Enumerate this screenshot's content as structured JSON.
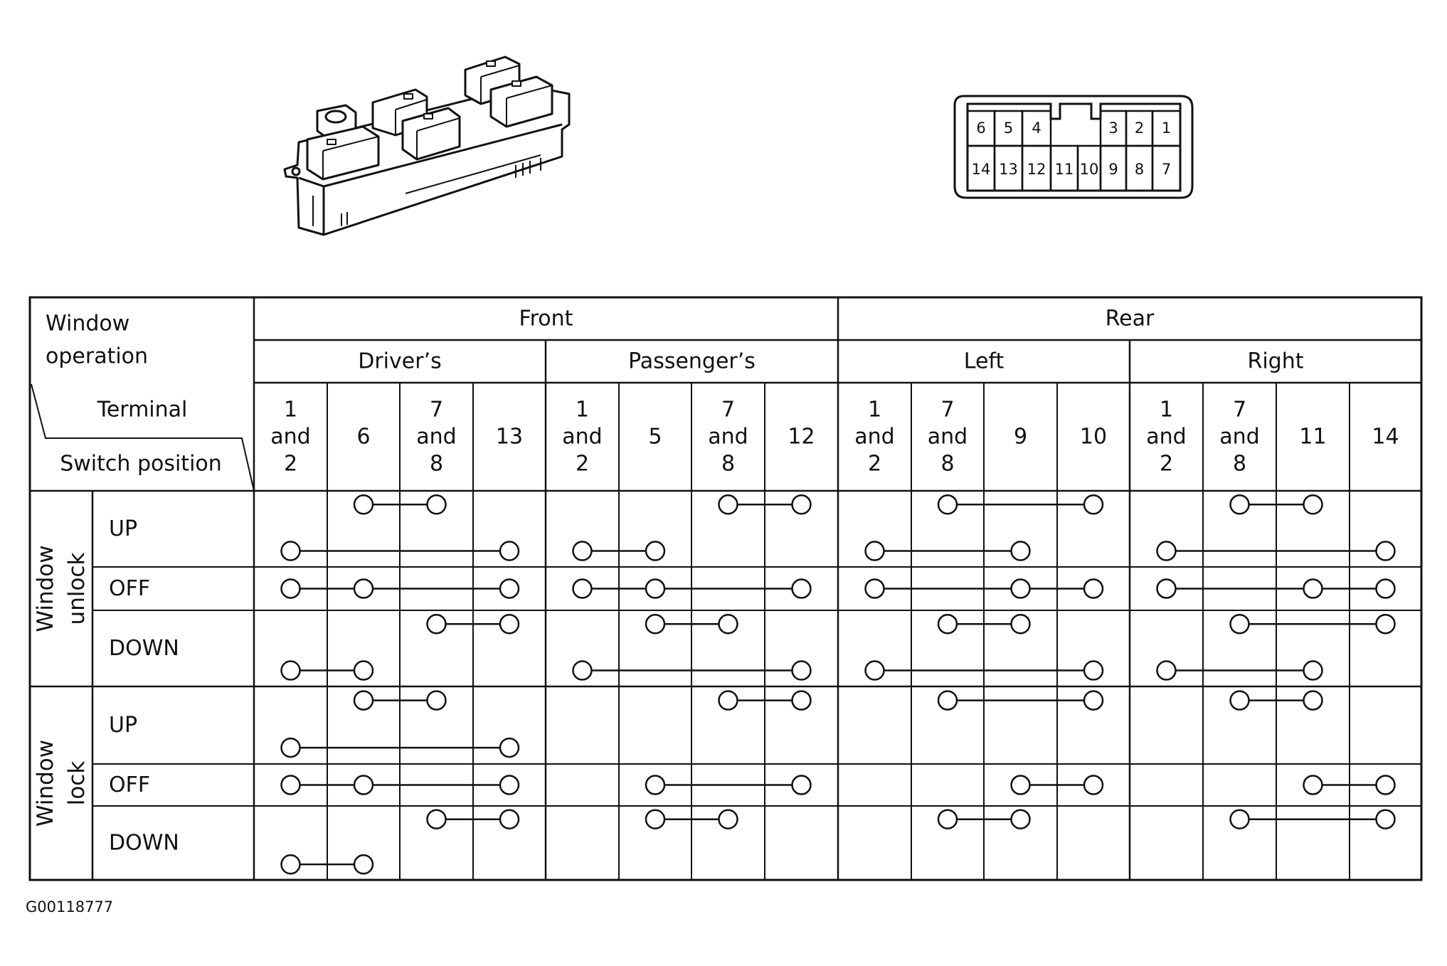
{
  "figure_id": "G00118777",
  "connector": {
    "top_row": [
      "6",
      "5",
      "4",
      "3",
      "2",
      "1"
    ],
    "bottom_row": [
      "14",
      "13",
      "12",
      "11",
      "10",
      "9",
      "8",
      "7"
    ]
  },
  "table": {
    "corner": {
      "window_operation": [
        "Window",
        "operation"
      ],
      "terminal": "Terminal",
      "switch_position": "Switch position"
    },
    "groups": [
      {
        "label": "Front",
        "sides": [
          {
            "label": "Driver’s",
            "terminals": [
              [
                "1",
                "and",
                "2"
              ],
              [
                "6"
              ],
              [
                "7",
                "and",
                "8"
              ],
              [
                "13"
              ]
            ]
          },
          {
            "label": "Passenger’s",
            "terminals": [
              [
                "1",
                "and",
                "2"
              ],
              [
                "5"
              ],
              [
                "7",
                "and",
                "8"
              ],
              [
                "12"
              ]
            ]
          }
        ]
      },
      {
        "label": "Rear",
        "sides": [
          {
            "label": "Left",
            "terminals": [
              [
                "1",
                "and",
                "2"
              ],
              [
                "7",
                "and",
                "8"
              ],
              [
                "9"
              ],
              [
                "10"
              ]
            ]
          },
          {
            "label": "Right",
            "terminals": [
              [
                "1",
                "and",
                "2"
              ],
              [
                "7",
                "and",
                "8"
              ],
              [
                "11"
              ],
              [
                "14"
              ]
            ]
          }
        ]
      }
    ],
    "modes": [
      {
        "label": [
          "Window",
          "unlock"
        ],
        "positions": [
          {
            "label": "UP",
            "links": [
              [
                [
                  1,
                  2
                ]
              ],
              [
                [
                  0,
                  3
                ]
              ],
              [
                [
                  2,
                  3
                ]
              ],
              [
                [
                  0,
                  1
                ]
              ],
              [
                [
                  1,
                  3
                ]
              ],
              [
                [
                  0,
                  2
                ]
              ],
              [
                [
                  1,
                  2
                ]
              ],
              [
                [
                  0,
                  3
                ]
              ]
            ]
          },
          {
            "label": "OFF",
            "links": [
              [
                [
                  0,
                  1,
                  3
                ]
              ],
              [
                [
                  0,
                  1,
                  3
                ]
              ],
              [
                [
                  0,
                  2,
                  3
                ]
              ],
              [
                [
                  0,
                  2,
                  3
                ]
              ]
            ]
          },
          {
            "label": "DOWN",
            "links": [
              [
                [
                  2,
                  3
                ]
              ],
              [
                [
                  0,
                  1
                ]
              ],
              [
                [
                  1,
                  2
                ]
              ],
              [
                [
                  0,
                  3
                ]
              ],
              [
                [
                  1,
                  2
                ]
              ],
              [
                [
                  0,
                  3
                ]
              ],
              [
                [
                  1,
                  3
                ]
              ],
              [
                [
                  0,
                  2
                ]
              ]
            ]
          }
        ]
      },
      {
        "label": [
          "Window",
          "lock"
        ],
        "positions": [
          {
            "label": "UP",
            "links": [
              [
                [
                  1,
                  2
                ]
              ],
              [
                [
                  0,
                  3
                ]
              ],
              [
                [
                  2,
                  3
                ]
              ],
              [],
              [
                [
                  1,
                  3
                ]
              ],
              [],
              [
                [
                  1,
                  2
                ]
              ],
              []
            ]
          },
          {
            "label": "OFF",
            "links": [
              [
                [
                  0,
                  1,
                  3
                ]
              ],
              [
                [
                  1,
                  3
                ]
              ],
              [
                [
                  2,
                  3
                ]
              ],
              [
                [
                  2,
                  3
                ]
              ]
            ]
          },
          {
            "label": "DOWN",
            "links": [
              [
                [
                  2,
                  3
                ]
              ],
              [
                [
                  0,
                  1
                ]
              ],
              [
                [
                  1,
                  2
                ]
              ],
              [],
              [
                [
                  1,
                  2
                ]
              ],
              [],
              [
                [
                  1,
                  3
                ]
              ],
              []
            ]
          }
        ]
      }
    ]
  }
}
